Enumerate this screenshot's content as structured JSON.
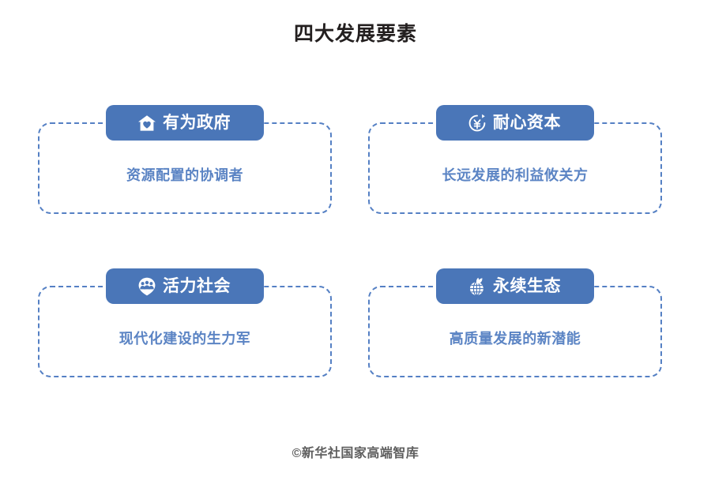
{
  "header": {
    "title": "四大发展要素"
  },
  "colors": {
    "background": "#ffffff",
    "title_text": "#231f1f",
    "badge_fill": "#4a76b8",
    "badge_text": "#ffffff",
    "card_border": "#5580c4",
    "subtitle_text": "#5b84c4",
    "footer_text": "#5e5e5e"
  },
  "cards": [
    {
      "id": "capable-government",
      "icon": "house-heart-icon",
      "label": "有为政府",
      "subtitle": "资源配置的协调者"
    },
    {
      "id": "patient-capital",
      "icon": "yen-refresh-icon",
      "label": "耐心资本",
      "subtitle": "长远发展的利益攸关方"
    },
    {
      "id": "dynamic-society",
      "icon": "people-group-icon",
      "label": "活力社会",
      "subtitle": "现代化建设的生力军"
    },
    {
      "id": "sustainable-ecology",
      "icon": "globe-leaf-icon",
      "label": "永续生态",
      "subtitle": "高质量发展的新潜能"
    }
  ],
  "footer": {
    "credit": "©新华社国家高端智库"
  }
}
